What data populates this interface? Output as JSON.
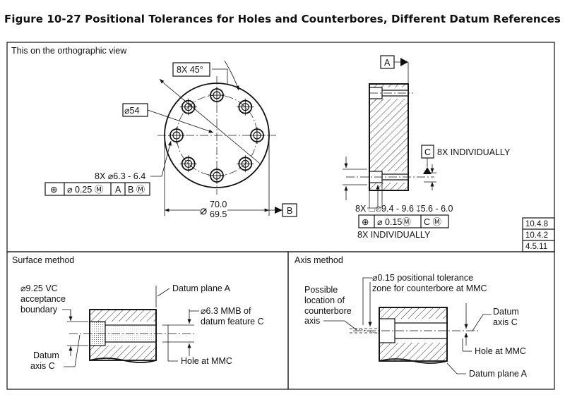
{
  "title": "Figure 10-27 Positional Tolerances for Holes and Counterbores, Different Datum References",
  "ortho": {
    "heading": "This on the orthographic view",
    "angle_label": "8X 45°",
    "bolt_circle": "⌀54",
    "hole_spec": "8X ⌀6.3 - 6.4",
    "fcf_1": [
      "⊕",
      "⌀ 0.25 Ⓜ",
      "A",
      "B Ⓜ"
    ],
    "diameter_sym": "⌀",
    "dia_upper": "70.0",
    "dia_lower": "69.5",
    "datum_b": "B",
    "datum_a": "A",
    "datum_c": "C",
    "individually_c": "8X  INDIVIDUALLY",
    "cbore_spec": "8X  ⌴⌀9.4 - 9.6  ↧5.6 - 6.0",
    "fcf_2": [
      "⊕",
      "⌀ 0.15Ⓜ",
      "C Ⓜ"
    ],
    "individually_2": "8X  INDIVIDUALLY",
    "refs": [
      "10.4.8",
      "10.4.2",
      "4.5.11"
    ]
  },
  "surface": {
    "heading": "Surface method",
    "boundary": [
      "⌀9.25  VC",
      "acceptance",
      "boundary"
    ],
    "datum_plane": "Datum plane A",
    "mmb": [
      "⌀6.3  MMB  of",
      "datum  feature  C"
    ],
    "datum_axis": [
      "Datum",
      "axis  C"
    ],
    "hole_mmc": "Hole at MMC"
  },
  "axis": {
    "heading": "Axis  method",
    "zone": [
      "⌀0.15  positional tolerance",
      "zone  for  counterbore  at  MMC"
    ],
    "possible": [
      "Possible",
      "location  of",
      "counterbore",
      "axis"
    ],
    "datum_axis": [
      "Datum",
      "axis  C"
    ],
    "hole_mmc": "Hole at MMC",
    "datum_plane": "Datum  plane  A"
  }
}
